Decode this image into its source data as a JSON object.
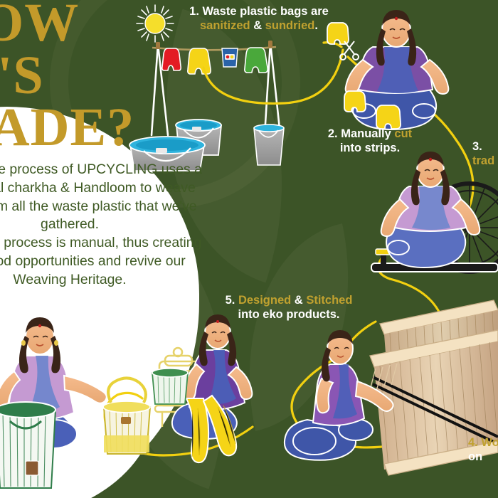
{
  "meta": {
    "kind": "process-infographic",
    "background_color": "#3c5427",
    "accent_gold": "#c0a12f",
    "title_gold": "#c39a2a",
    "body_green": "#3f5a24",
    "thread_yellow": "#f2d010",
    "white": "#ffffff"
  },
  "title": {
    "text": "HOW\nIT'S\nMADE?",
    "cropped_note": "left edge cropped"
  },
  "intro": {
    "paragraph": "Our unique process of UPCYCLING uses a traditional charkha & Handloom to weave fabric from all the waste plastic that we've gathered.\nThe entire process is manual, thus creating livelihood opportunities and revive our Weaving Heritage."
  },
  "steps": [
    {
      "number": "1.",
      "line1_plain": " Waste plastic bags are",
      "highlight_a": "sanitized",
      "joiner": " & ",
      "highlight_b": "sundried",
      "tail": "."
    },
    {
      "number": "2.",
      "line1_plain": " Manually ",
      "highlight_a": "cut",
      "line2": "into strips."
    },
    {
      "number": "3.",
      "line2": "trad",
      "cropped_note": "right edge cropped"
    },
    {
      "number": "4.",
      "line1_plain": " Wo",
      "line2": "on",
      "cropped_note": "right edge cropped"
    },
    {
      "number": "5.",
      "line1_plain": " ",
      "highlight_a": "Designed",
      "joiner": " & ",
      "highlight_b": "Stitched",
      "line2": "into eko products."
    }
  ],
  "scene": {
    "sun": "sun-icon",
    "clothesline_bags": [
      {
        "name": "red-plastic-bag",
        "color": "#e31b23"
      },
      {
        "name": "yellow-plastic-bag",
        "color": "#f5d417"
      },
      {
        "name": "blue-chip-packet",
        "color": "#2a63a8"
      },
      {
        "name": "green-plastic-bag",
        "color": "#4aa83b"
      }
    ],
    "wash_tubs": [
      {
        "name": "wash-tub-large",
        "body": "#9a9a9a",
        "water": "#2eb3dd"
      },
      {
        "name": "wash-tub-small",
        "body": "#9a9a9a",
        "water": "#2eb3dd"
      }
    ],
    "bucket": {
      "name": "hanging-bucket",
      "body": "#b8b8b8",
      "rim": "#2eb3dd"
    },
    "people": [
      {
        "name": "woman-cutting-strips",
        "top": "#7b4fa5",
        "bottom": "#3f56a8",
        "skin": "#f0b184"
      },
      {
        "name": "woman-at-charkha",
        "top": "#c59ad2",
        "bottom": "#5a6fc0",
        "skin": "#f0b184"
      },
      {
        "name": "woman-at-handloom",
        "top": "#8a56b4",
        "bottom": "#3f56a8",
        "skin": "#f0b184"
      },
      {
        "name": "woman-at-sewing-machine",
        "top": "#6b3f9e",
        "bottom": "#4a60b8",
        "skin": "#f0b184"
      },
      {
        "name": "woman-with-eko-products",
        "top": "#c59ad2",
        "bottom": "#4a60b8",
        "skin": "#f0b184"
      }
    ],
    "products": [
      {
        "name": "green-striped-basket",
        "color": "#2f7d4a"
      },
      {
        "name": "yellow-woven-bucket-bag",
        "color": "#e8d23a"
      },
      {
        "name": "green-woven-bucket-bag",
        "color": "#3f8f4f"
      }
    ],
    "equipment": [
      {
        "name": "charkha-spinning-wheel"
      },
      {
        "name": "handloom-frame"
      },
      {
        "name": "sewing-machine"
      }
    ],
    "thread": {
      "name": "yellow-plastic-yarn-path",
      "color": "#f2d010"
    }
  }
}
